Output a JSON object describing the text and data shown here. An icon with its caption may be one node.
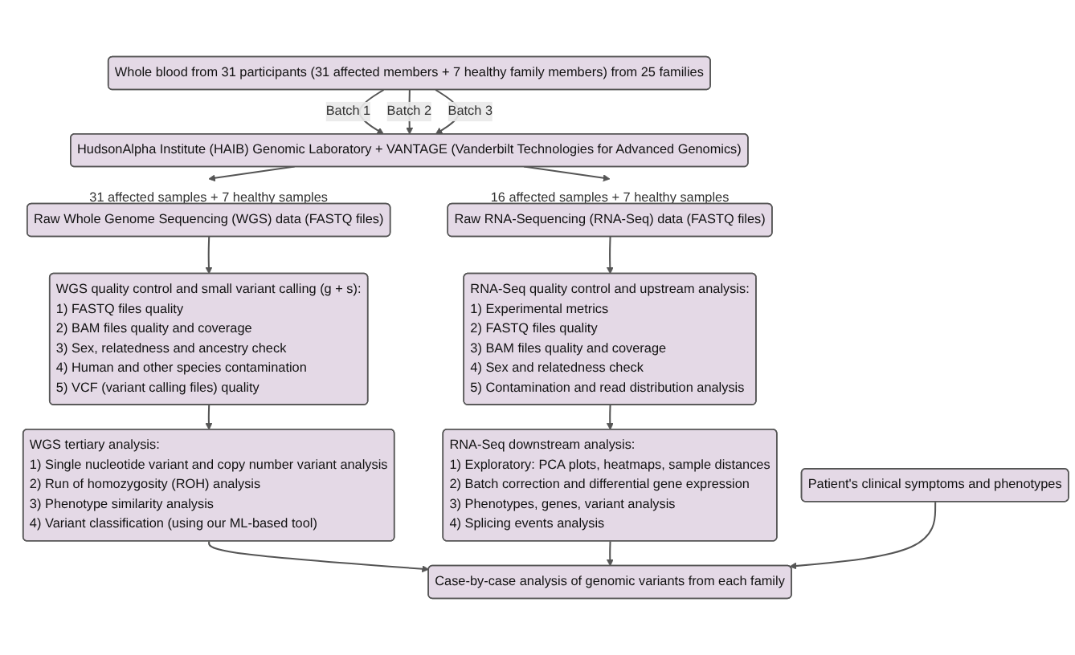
{
  "diagram": {
    "nodes": [
      {
        "text": [
          "Whole blood from 31 participants (31 affected members + 7 healthy family members) from 25 families"
        ]
      },
      {
        "text": [
          "HudsonAlpha Institute (HAIB) Genomic Laboratory + VANTAGE (Vanderbilt Technologies for Advanced Genomics)"
        ]
      },
      {
        "text": [
          "Raw Whole Genome Sequencing (WGS) data (FASTQ files)"
        ],
        "beside": [
          "31 affected samples + 7 healthy samples"
        ]
      },
      {
        "text": [
          "Raw RNA-Sequencing (RNA-Seq) data (FASTQ files)"
        ],
        "beside": [
          "16 affected samples + 7 healthy samples"
        ]
      },
      {
        "text": [
          "WGS quality control and small variant calling (g + s):",
          "1) FASTQ files quality",
          "2) BAM files quality and coverage",
          "3) Sex, relatedness and ancestry check",
          "4) Human and other species contamination",
          "5) VCF (variant calling files) quality"
        ]
      },
      {
        "text": [
          "WGS tertiary analysis:",
          "1) Single nucleotide variant and copy number variant analysis",
          "2) Run of homozygosity (ROH) analysis",
          "3) Phenotype similarity analysis",
          "4) Variant classification (using our ML-based tool)"
        ]
      },
      {
        "text": [
          "RNA-Seq quality control and upstream analysis:",
          "1) Experimental metrics",
          "2) FASTQ files quality",
          "3) BAM files quality and coverage",
          "4) Sex and relatedness check",
          "5) Contamination and read distribution analysis"
        ]
      },
      {
        "text": [
          "RNA-Seq downstream analysis:",
          "1) Exploratory: PCA plots, heatmaps, sample distances",
          "2) Batch correction and differential gene expression",
          "3) Phenotypes, genes, variant analysis",
          "4) Splicing events analysis"
        ]
      },
      {
        "text": [
          "Patient's clinical symptoms and phenotypes"
        ]
      },
      {
        "text": [
          "Case-by-case analysis of genomic variants from each family"
        ]
      }
    ],
    "edges": [
      {
        "from": 0,
        "to": 1,
        "arrow": "to",
        "label": "Batch 1"
      },
      {
        "from": 0,
        "to": 1,
        "arrow": "to",
        "label": "Batch 2"
      },
      {
        "from": 0,
        "to": 1,
        "arrow": "to",
        "label": "Batch 3"
      },
      {
        "from": 1,
        "to": 2,
        "arrow": "to"
      },
      {
        "from": 1,
        "to": 3,
        "arrow": "to"
      },
      {
        "from": 2,
        "to": 4,
        "arrow": "to"
      },
      {
        "from": 4,
        "to": 5,
        "arrow": "to"
      },
      {
        "from": 3,
        "to": 6,
        "arrow": "to"
      },
      {
        "from": 6,
        "to": 7,
        "arrow": "to"
      },
      {
        "from": 5,
        "to": 9,
        "arrow": "to"
      },
      {
        "from": 7,
        "to": 9,
        "arrow": "to"
      },
      {
        "from": 8,
        "to": 9,
        "arrow": "to"
      }
    ]
  }
}
